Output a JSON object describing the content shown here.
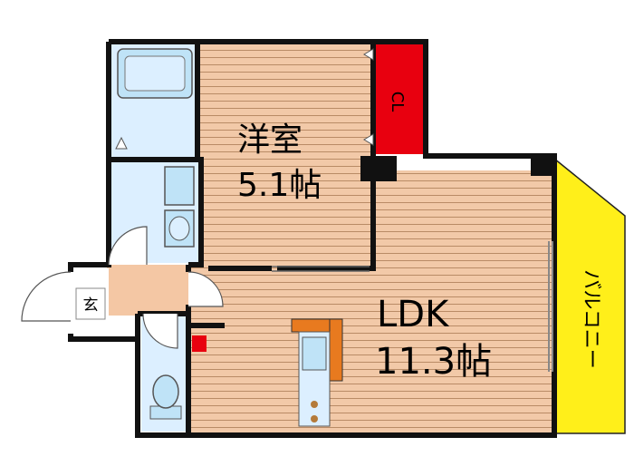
{
  "rooms": {
    "western_room": {
      "name": "洋室",
      "size": "5.1帖"
    },
    "ldk": {
      "name": "LDK",
      "size": "11.3帖"
    },
    "closet": {
      "label": "CL"
    },
    "entrance": {
      "label": "玄"
    },
    "balcony": {
      "label": "バルコニー"
    }
  },
  "colors": {
    "floor_wood": "#f2c9a8",
    "floor_stripe": "#b98b66",
    "wet_area": "#dcefff",
    "closet": "#e8000f",
    "balcony": "#ffef1a",
    "kitchen_counter": "#e87a1f",
    "wall": "#111111"
  }
}
